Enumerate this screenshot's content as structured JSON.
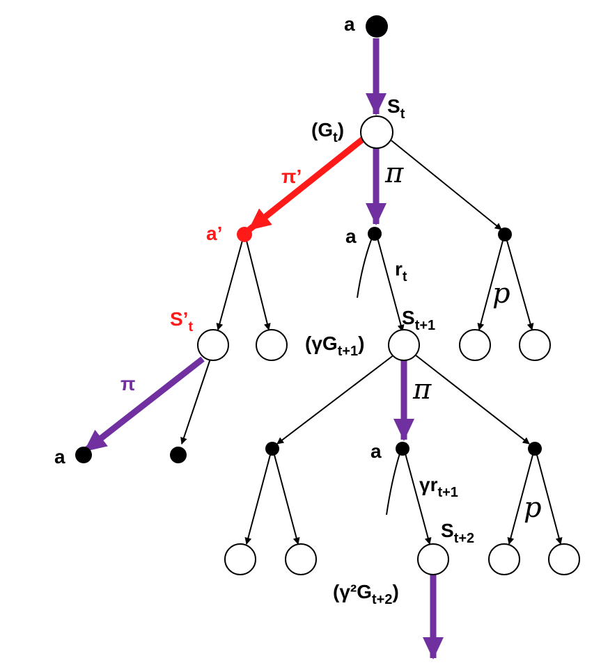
{
  "labels": {
    "root_action": "a",
    "state_t": "S",
    "state_t_sub": "t",
    "return_t_open": "(G",
    "return_t_sub": "t",
    "return_t_close": ")",
    "pi_prime": "π’",
    "pi_main_1": "π",
    "a_prime": "a’",
    "action_mid_1": "a",
    "reward_t": "r",
    "reward_t_sub": "t",
    "p_right_1": "p",
    "s_prime": "S’",
    "s_prime_sub": "t",
    "state_t1": "S",
    "state_t1_sub": "t+1",
    "return_t1_open": "(γG",
    "return_t1_sub": "t+1",
    "return_t1_close": ")",
    "pi_left": "π",
    "action_left_a": "a",
    "pi_main_2": "π",
    "action_mid_2": "a",
    "reward_t1": "γr",
    "reward_t1_sub": "t+1",
    "p_right_2": "p",
    "state_t2": "S",
    "state_t2_sub": "t+2",
    "return_t2_open": "(γ²G",
    "return_t2_sub": "t+2",
    "return_t2_close": ")"
  },
  "colors": {
    "purple": "#7030a0",
    "red": "#ff1a1a",
    "black": "#000000"
  }
}
